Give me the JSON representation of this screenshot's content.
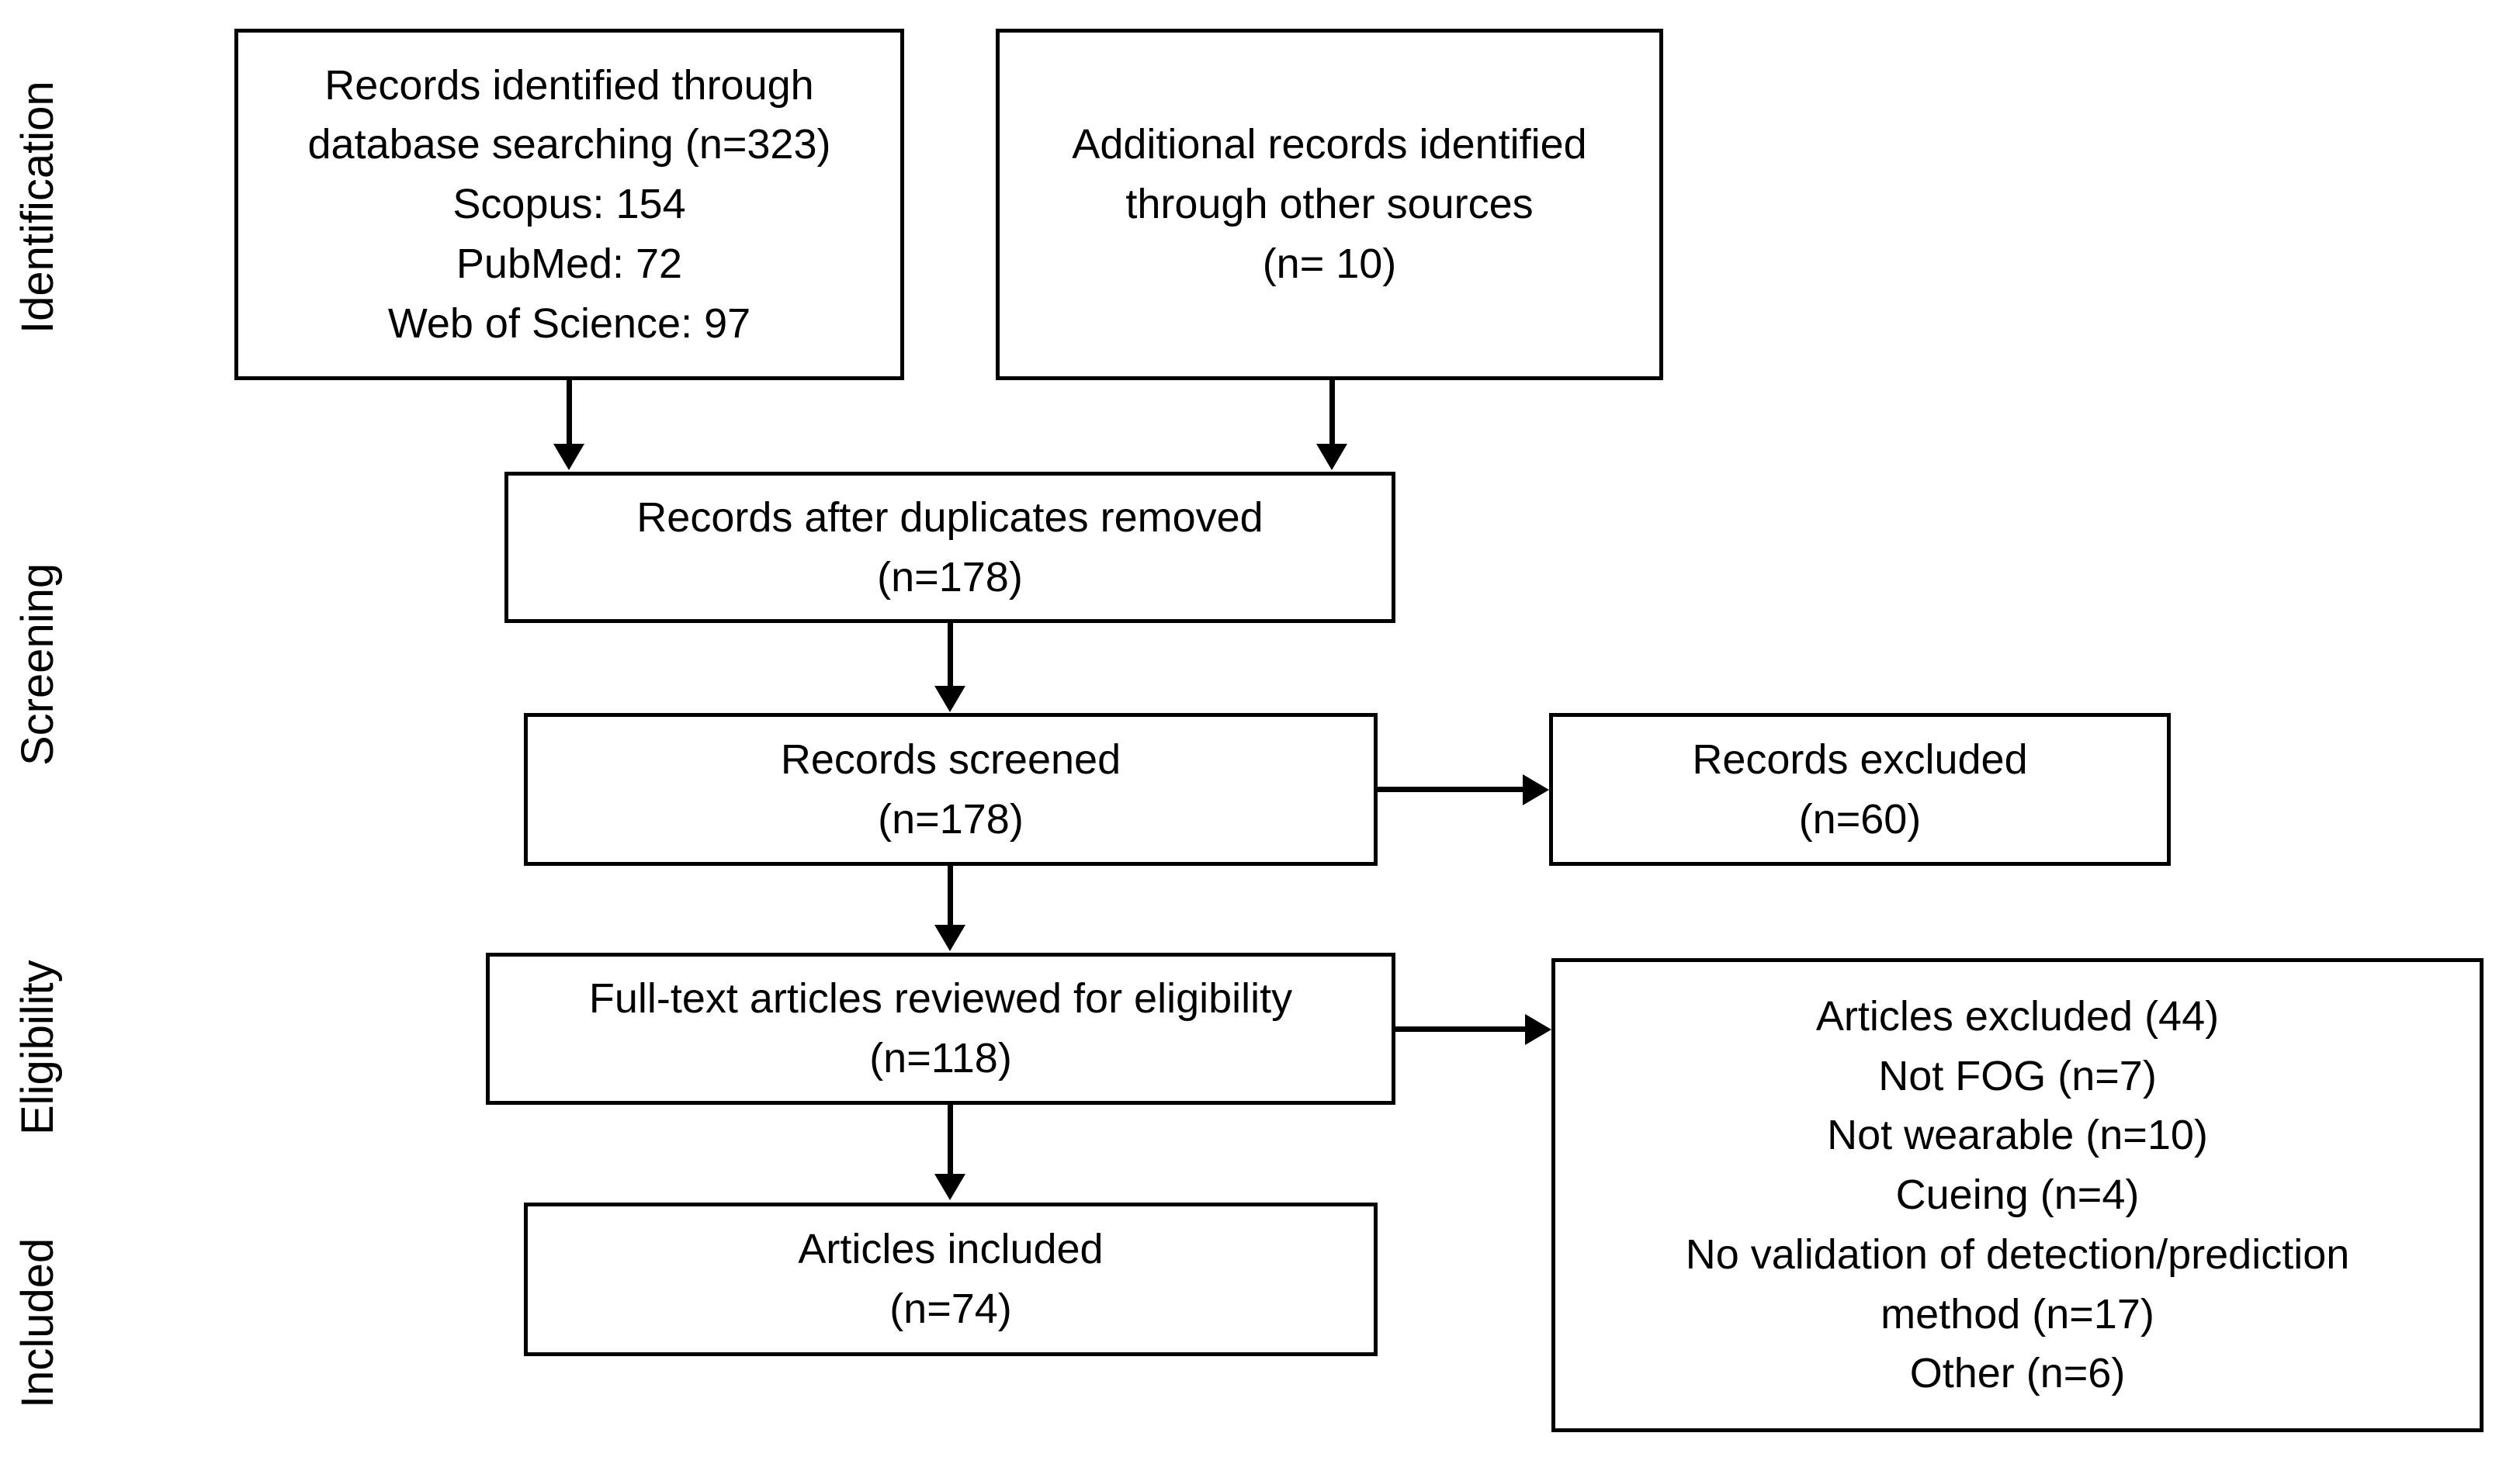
{
  "diagram": {
    "type": "prisma-flow-diagram",
    "stages": [
      {
        "id": "identification",
        "label": "Identification"
      },
      {
        "id": "screening",
        "label": "Screening"
      },
      {
        "id": "eligibility",
        "label": "Eligibility"
      },
      {
        "id": "included",
        "label": "Included"
      }
    ],
    "boxes": [
      {
        "id": "records-identified-database",
        "stage": "identification",
        "lines": [
          "Records identified through",
          "database searching (n=323)",
          "Scopus: 154",
          "PubMed: 72",
          "Web of Science: 97"
        ]
      },
      {
        "id": "records-identified-other",
        "stage": "identification",
        "lines": [
          "Additional records identified",
          "through other sources",
          "(n= 10)"
        ]
      },
      {
        "id": "records-after-duplicates",
        "stage": "screening",
        "lines": [
          "Records after duplicates removed",
          "(n=178)"
        ]
      },
      {
        "id": "records-screened",
        "stage": "screening",
        "lines": [
          "Records screened",
          "(n=178)"
        ]
      },
      {
        "id": "records-excluded",
        "stage": "screening",
        "lines": [
          "Records excluded",
          "(n=60)"
        ]
      },
      {
        "id": "fulltext-reviewed",
        "stage": "eligibility",
        "lines": [
          "Full-text articles reviewed for eligibility",
          "(n=118)"
        ]
      },
      {
        "id": "articles-excluded",
        "stage": "eligibility",
        "lines": [
          "Articles excluded (44)",
          "Not FOG (n=7)",
          "Not wearable (n=10)",
          "Cueing (n=4)",
          "No validation of detection/prediction",
          "method (n=17)",
          "Other (n=6)"
        ]
      },
      {
        "id": "articles-included",
        "stage": "included",
        "lines": [
          "Articles included",
          "(n=74)"
        ]
      }
    ],
    "counts": {
      "database_searching_total": 323,
      "scopus": 154,
      "pubmed": 72,
      "web_of_science": 97,
      "other_sources": 10,
      "after_duplicates_removed": 178,
      "records_screened": 178,
      "records_excluded": 60,
      "fulltext_reviewed": 118,
      "articles_excluded_total": 44,
      "excluded_not_fog": 7,
      "excluded_not_wearable": 10,
      "excluded_cueing": 4,
      "excluded_no_validation": 17,
      "excluded_other": 6,
      "articles_included": 74
    },
    "colors": {
      "stroke": "#000000",
      "fill": "#ffffff",
      "text": "#000000"
    }
  }
}
